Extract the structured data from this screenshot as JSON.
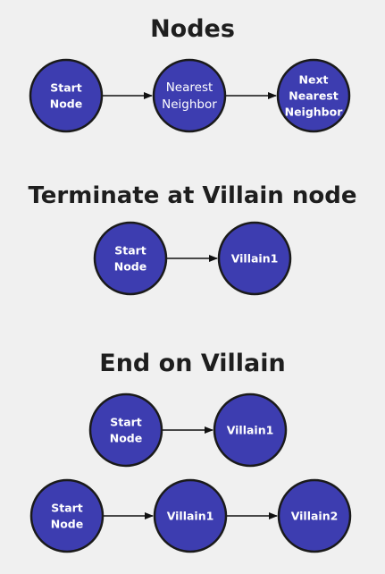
{
  "colors": {
    "background": "#f0f0f0",
    "node_fill": "#3d3db0",
    "node_stroke": "#1a1a1a",
    "title_text": "#1e1e1e",
    "node_text": "#ffffff"
  },
  "sections": [
    {
      "title": "Nodes",
      "rows": [
        {
          "nodes": [
            {
              "lines": [
                "Start",
                "Node"
              ],
              "style": "bold"
            },
            {
              "lines": [
                "Nearest",
                "Neighbor"
              ],
              "style": "light"
            },
            {
              "lines": [
                "Next",
                "Nearest",
                "Neighbor"
              ],
              "style": "bold"
            }
          ]
        }
      ]
    },
    {
      "title": "Terminate at Villain node",
      "rows": [
        {
          "nodes": [
            {
              "lines": [
                "Start",
                "Node"
              ],
              "style": "bold"
            },
            {
              "lines": [
                "Villain1"
              ],
              "style": "bold"
            }
          ]
        }
      ]
    },
    {
      "title": "End on Villain",
      "rows": [
        {
          "nodes": [
            {
              "lines": [
                "Start",
                "Node"
              ],
              "style": "bold"
            },
            {
              "lines": [
                "Villain1"
              ],
              "style": "bold"
            }
          ]
        },
        {
          "nodes": [
            {
              "lines": [
                "Start",
                "Node"
              ],
              "style": "bold"
            },
            {
              "lines": [
                "Villain1"
              ],
              "style": "bold"
            },
            {
              "lines": [
                "Villain2"
              ],
              "style": "bold"
            }
          ]
        }
      ]
    }
  ]
}
